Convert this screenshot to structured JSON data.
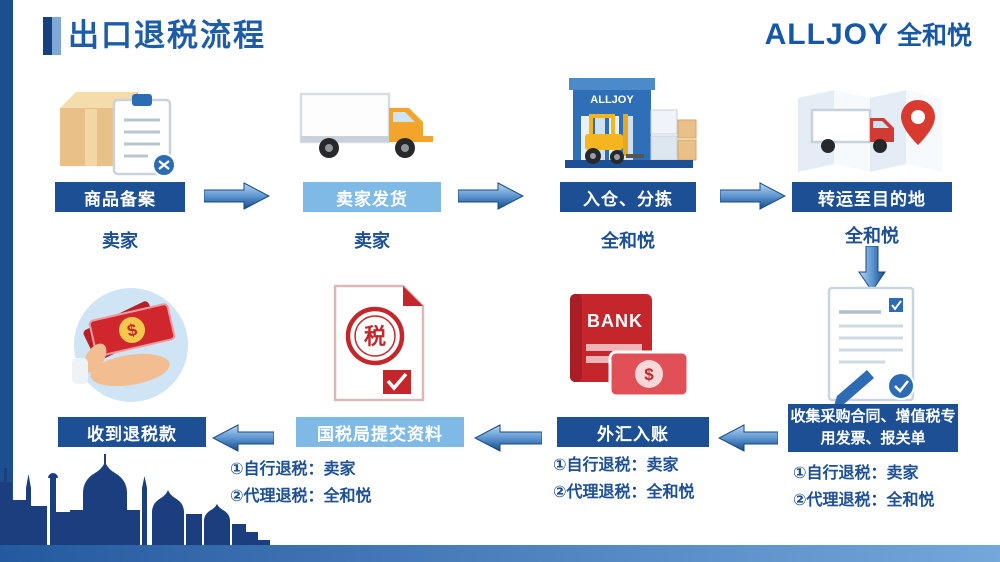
{
  "page": {
    "title": "出口退税流程",
    "brand": {
      "name": "ALLJOY",
      "cn": "全和悦"
    }
  },
  "flow": {
    "row1": [
      {
        "label": "商品备案",
        "actor": "卖家"
      },
      {
        "label": "卖家发货",
        "actor": "卖家"
      },
      {
        "label": "入仓、分拣",
        "actor": "全和悦"
      },
      {
        "label": "转运至目的地",
        "actor": "全和悦"
      }
    ],
    "row2": [
      {
        "label": "收到退税款"
      },
      {
        "label": "国税局提交资料",
        "note1": "①自行退税：卖家",
        "note2": "②代理退税：全和悦"
      },
      {
        "label": "外汇入账",
        "note1": "①自行退税：卖家",
        "note2": "②代理退税：全和悦"
      },
      {
        "label": "收集采购合同、增值税专用发票、报关单",
        "note1": "①自行退税：卖家",
        "note2": "②代理退税：全和悦"
      }
    ]
  },
  "icon_text": {
    "warehouse_sign": "ALLJOY",
    "bank": "BANK",
    "tax_seal": "税",
    "dollar": "$"
  },
  "colors": {
    "primary_blue": "#1c4f93",
    "light_blue": "#7fb9e6",
    "title_blue": "#1d5ca7",
    "red": "#c5262c",
    "orange": "#f2a52a"
  }
}
